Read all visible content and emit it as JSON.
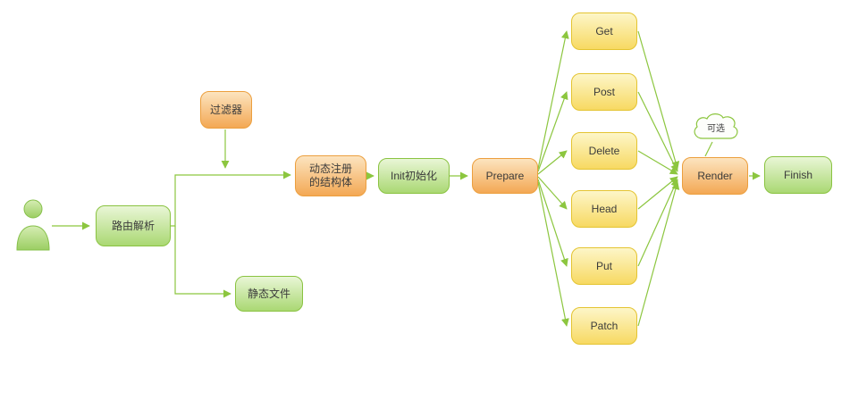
{
  "colors": {
    "arrow": "#8cc63f",
    "green_box_border": "#8ac341",
    "orange_box_border": "#ec9f3e",
    "yellow_box_border": "#e4c431"
  },
  "nodes": {
    "route": {
      "label": "路由解析"
    },
    "filter": {
      "label": "过滤器"
    },
    "static_files": {
      "label": "静态文件"
    },
    "dynamic_struct": {
      "line1": "动态注册",
      "line2": "的结构体"
    },
    "init": {
      "label": "Init初始化"
    },
    "prepare": {
      "label": "Prepare"
    },
    "get": {
      "label": "Get"
    },
    "post": {
      "label": "Post"
    },
    "delete": {
      "label": "Delete"
    },
    "head": {
      "label": "Head"
    },
    "put": {
      "label": "Put"
    },
    "patch": {
      "label": "Patch"
    },
    "render": {
      "label": "Render"
    },
    "finish": {
      "label": "Finish"
    },
    "optional_cloud": {
      "label": "可选"
    }
  }
}
